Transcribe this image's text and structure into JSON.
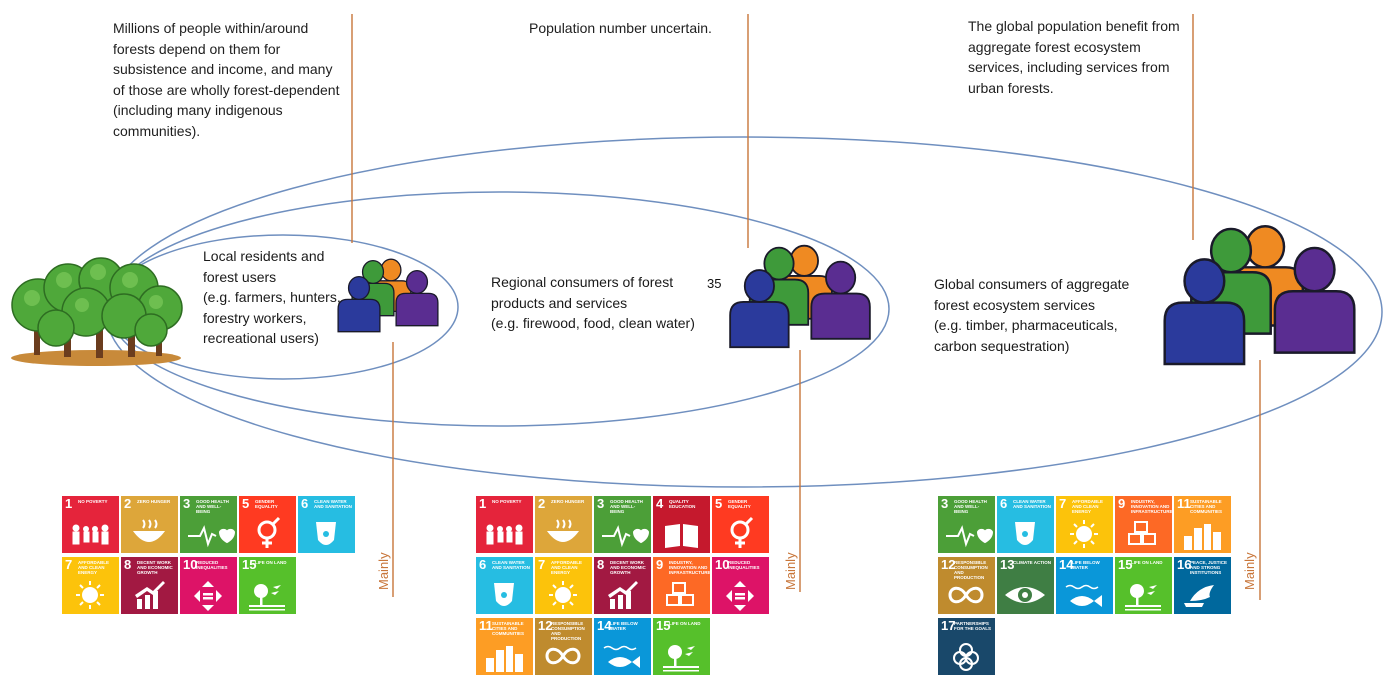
{
  "top_notes": {
    "local": "Millions of people within/around forests depend on them for subsistence and income, and many of those are wholly forest-dependent (including many indigenous communities).",
    "regional": "Population number uncertain.",
    "global": "The global population benefit from aggregate forest ecosystem services, including services from urban forests."
  },
  "groups": {
    "local": {
      "title": "Local residents and forest users",
      "detail": "(e.g. farmers, hunters, forestry workers, recreational users)"
    },
    "regional": {
      "title": "Regional consumers of forest products and services",
      "detail": "(e.g. firewood, food, clean water)"
    },
    "global": {
      "title": "Global consumers of aggregate forest ecosystem services",
      "detail": "(e.g. timber, pharmaceuticals, carbon sequestration)"
    }
  },
  "mainly_label": "Mainly",
  "page_number": "35",
  "sdg_goals": {
    "1": {
      "title": "No poverty",
      "color": "#e5243b",
      "icon": "family-icon"
    },
    "2": {
      "title": "Zero hunger",
      "color": "#dda63a",
      "icon": "bowl-icon"
    },
    "3": {
      "title": "Good health and well-being",
      "color": "#4c9f38",
      "icon": "heartbeat-icon"
    },
    "4": {
      "title": "Quality education",
      "color": "#c5192d",
      "icon": "book-icon"
    },
    "5": {
      "title": "Gender equality",
      "color": "#ff3a21",
      "icon": "gender-icon"
    },
    "6": {
      "title": "Clean water and sanitation",
      "color": "#26bde2",
      "icon": "water-drop-icon"
    },
    "7": {
      "title": "Affordable and clean energy",
      "color": "#fcc30b",
      "icon": "sun-icon"
    },
    "8": {
      "title": "Decent work and economic growth",
      "color": "#a21942",
      "icon": "growth-chart-icon"
    },
    "9": {
      "title": "Industry, innovation and infrastructure",
      "color": "#fd6925",
      "icon": "cubes-icon"
    },
    "10": {
      "title": "Reduced inequalities",
      "color": "#dd1367",
      "icon": "arrows-icon"
    },
    "11": {
      "title": "Sustainable cities and communities",
      "color": "#fd9d24",
      "icon": "city-icon"
    },
    "12": {
      "title": "Responsible consumption and production",
      "color": "#bf8b2e",
      "icon": "infinity-icon"
    },
    "13": {
      "title": "Climate action",
      "color": "#3f7e44",
      "icon": "eye-globe-icon"
    },
    "14": {
      "title": "Life below water",
      "color": "#0a97d9",
      "icon": "fish-icon"
    },
    "15": {
      "title": "Life on land",
      "color": "#56c02b",
      "icon": "tree-bird-icon"
    },
    "16": {
      "title": "Peace, justice and strong institutions",
      "color": "#00689d",
      "icon": "dove-icon"
    },
    "17": {
      "title": "Partnerships for the goals",
      "color": "#19486a",
      "icon": "partnership-icon"
    }
  },
  "sdg_sets": {
    "local": [
      "1",
      "2",
      "3",
      "5",
      "6",
      "7",
      "8",
      "10",
      "15"
    ],
    "regional": [
      "1",
      "2",
      "3",
      "4",
      "5",
      "6",
      "7",
      "8",
      "9",
      "10",
      "11",
      "12",
      "14",
      "15"
    ],
    "global": [
      "3",
      "6",
      "7",
      "9",
      "11",
      "12",
      "13",
      "14",
      "15",
      "16",
      "17"
    ]
  },
  "colors": {
    "ellipse_stroke": "#6f8fbf",
    "leader_line": "#c8763a",
    "person_blue": "#2b3a9c",
    "person_green": "#3e9a3a",
    "person_orange": "#ef8a22",
    "person_purple": "#5a2d91",
    "tree_green": "#4fa83a",
    "tree_trunk": "#6b3d1e",
    "ground": "#c88a3a"
  }
}
